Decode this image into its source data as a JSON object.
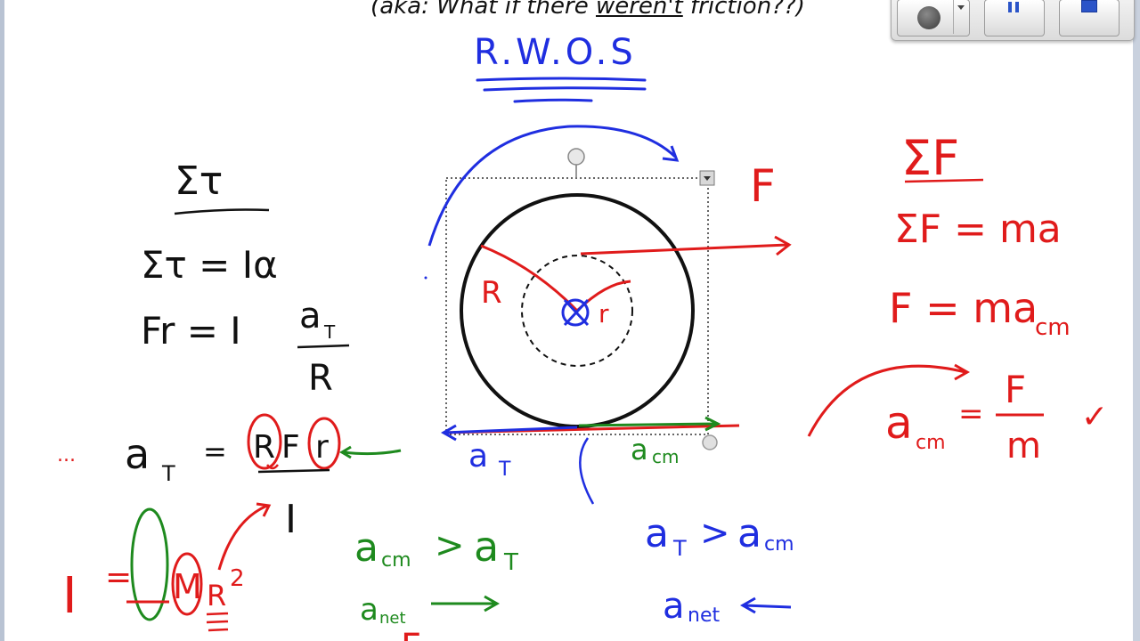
{
  "header": {
    "subtitle_prefix": "(aka: What if there ",
    "subtitle_emph": "weren't",
    "subtitle_suffix": " friction??)"
  },
  "title": "R.W.O.S",
  "torque": {
    "heading": "Στ",
    "eq1": "Στ = Iα",
    "eq2_left": "Fr = I",
    "eq2_num": "a",
    "eq2_num_sub": "T",
    "eq2_den": "R",
    "aT_lhs": "a",
    "aT_sub": "T",
    "aT_eq": "=",
    "aT_R": "R",
    "aT_F": "F",
    "aT_r": "r",
    "aT_den": "I",
    "dots": "...",
    "inertia_I": "I",
    "inertia_eq": "=",
    "inertia_M": "M",
    "inertia_R": "R",
    "inertia_exp": "2"
  },
  "diagram": {
    "label_F": "F",
    "label_R": "R",
    "label_r": "r",
    "label_aT": "a",
    "label_aT_sub": "T",
    "label_acm": "a",
    "label_acm_sub": "cm"
  },
  "force": {
    "heading": "ΣF",
    "eq1": "ΣF = ma",
    "eq2": "F = ma",
    "eq2_sub": "cm",
    "acm_lhs": "a",
    "acm_sub": "cm",
    "acm_eq": "=",
    "acm_num": "F",
    "acm_den": "m",
    "check": "✓"
  },
  "cases": {
    "green_ineq": "a",
    "green_ineq_sub1": "cm",
    "green_gt": ">",
    "green_rhs": "a",
    "green_rhs_sub": "T",
    "green_net": "a",
    "green_net_sub": "net",
    "green_partial": "F",
    "blue_ineq": "a",
    "blue_ineq_sub1": "T",
    "blue_gt": ">",
    "blue_rhs": "a",
    "blue_rhs_sub": "cm",
    "blue_net": "a",
    "blue_net_sub": "net"
  },
  "colors": {
    "black": "#111111",
    "red": "#e01b1b",
    "blue": "#1f2ee0",
    "green": "#1e8a1e"
  }
}
